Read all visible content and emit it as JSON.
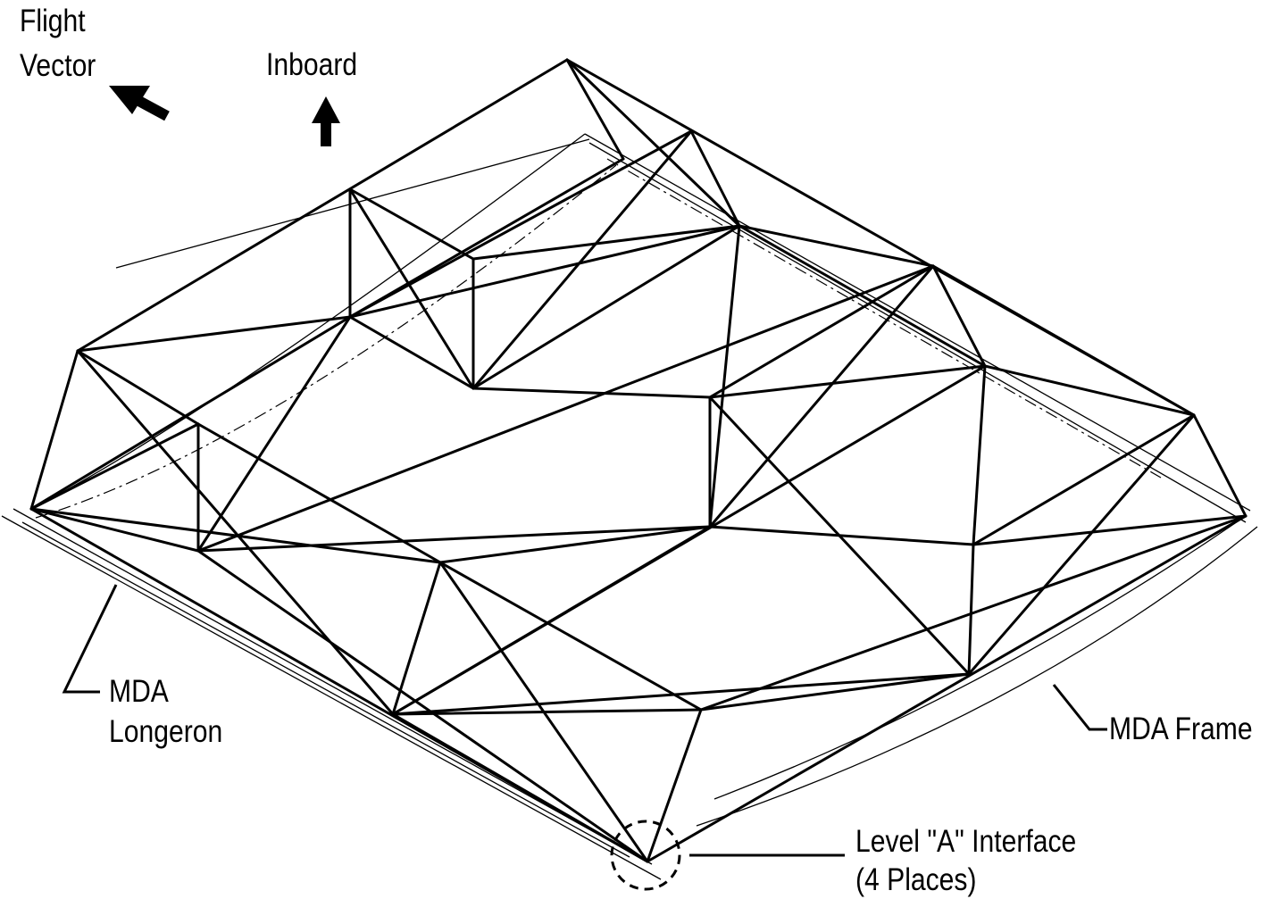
{
  "labels": {
    "flight_vector_line1": "Flight",
    "flight_vector_line2": "Vector",
    "inboard": "Inboard",
    "mda_longeron_line1": "MDA",
    "mda_longeron_line2": "Longeron",
    "mda_frame": "MDA Frame",
    "interface_line1": "Level \"A\" Interface",
    "interface_line2": "(4 Places)"
  }
}
